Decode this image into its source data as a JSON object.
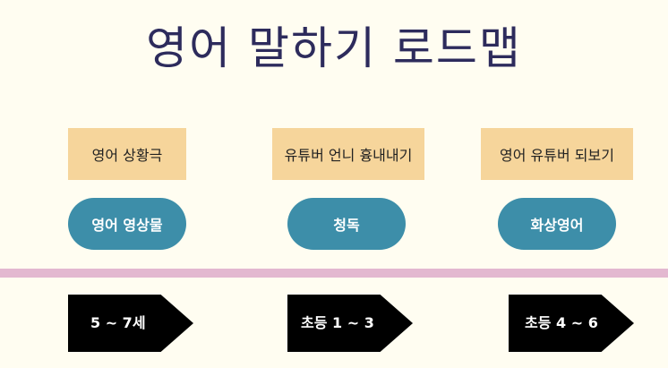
{
  "title": "영어 말하기 로드맵",
  "stages": [
    {
      "topic": "영어 상황극",
      "method": "영어 영상물",
      "age": "5 ~ 7세"
    },
    {
      "topic": "유튜버 언니 흉내내기",
      "method": "청독",
      "age": "초등 1 ~ 3"
    },
    {
      "topic": "영어 유튜버 되보기",
      "method": "화상영어",
      "age": "초등 4 ~ 6"
    }
  ],
  "colors": {
    "background": "#fffdf1",
    "title": "#2d2b5c",
    "topic_box": "#f6d59b",
    "method_pill": "#3d8ea9",
    "divider": "#e3b8d0",
    "age_arrow": "#000000"
  }
}
